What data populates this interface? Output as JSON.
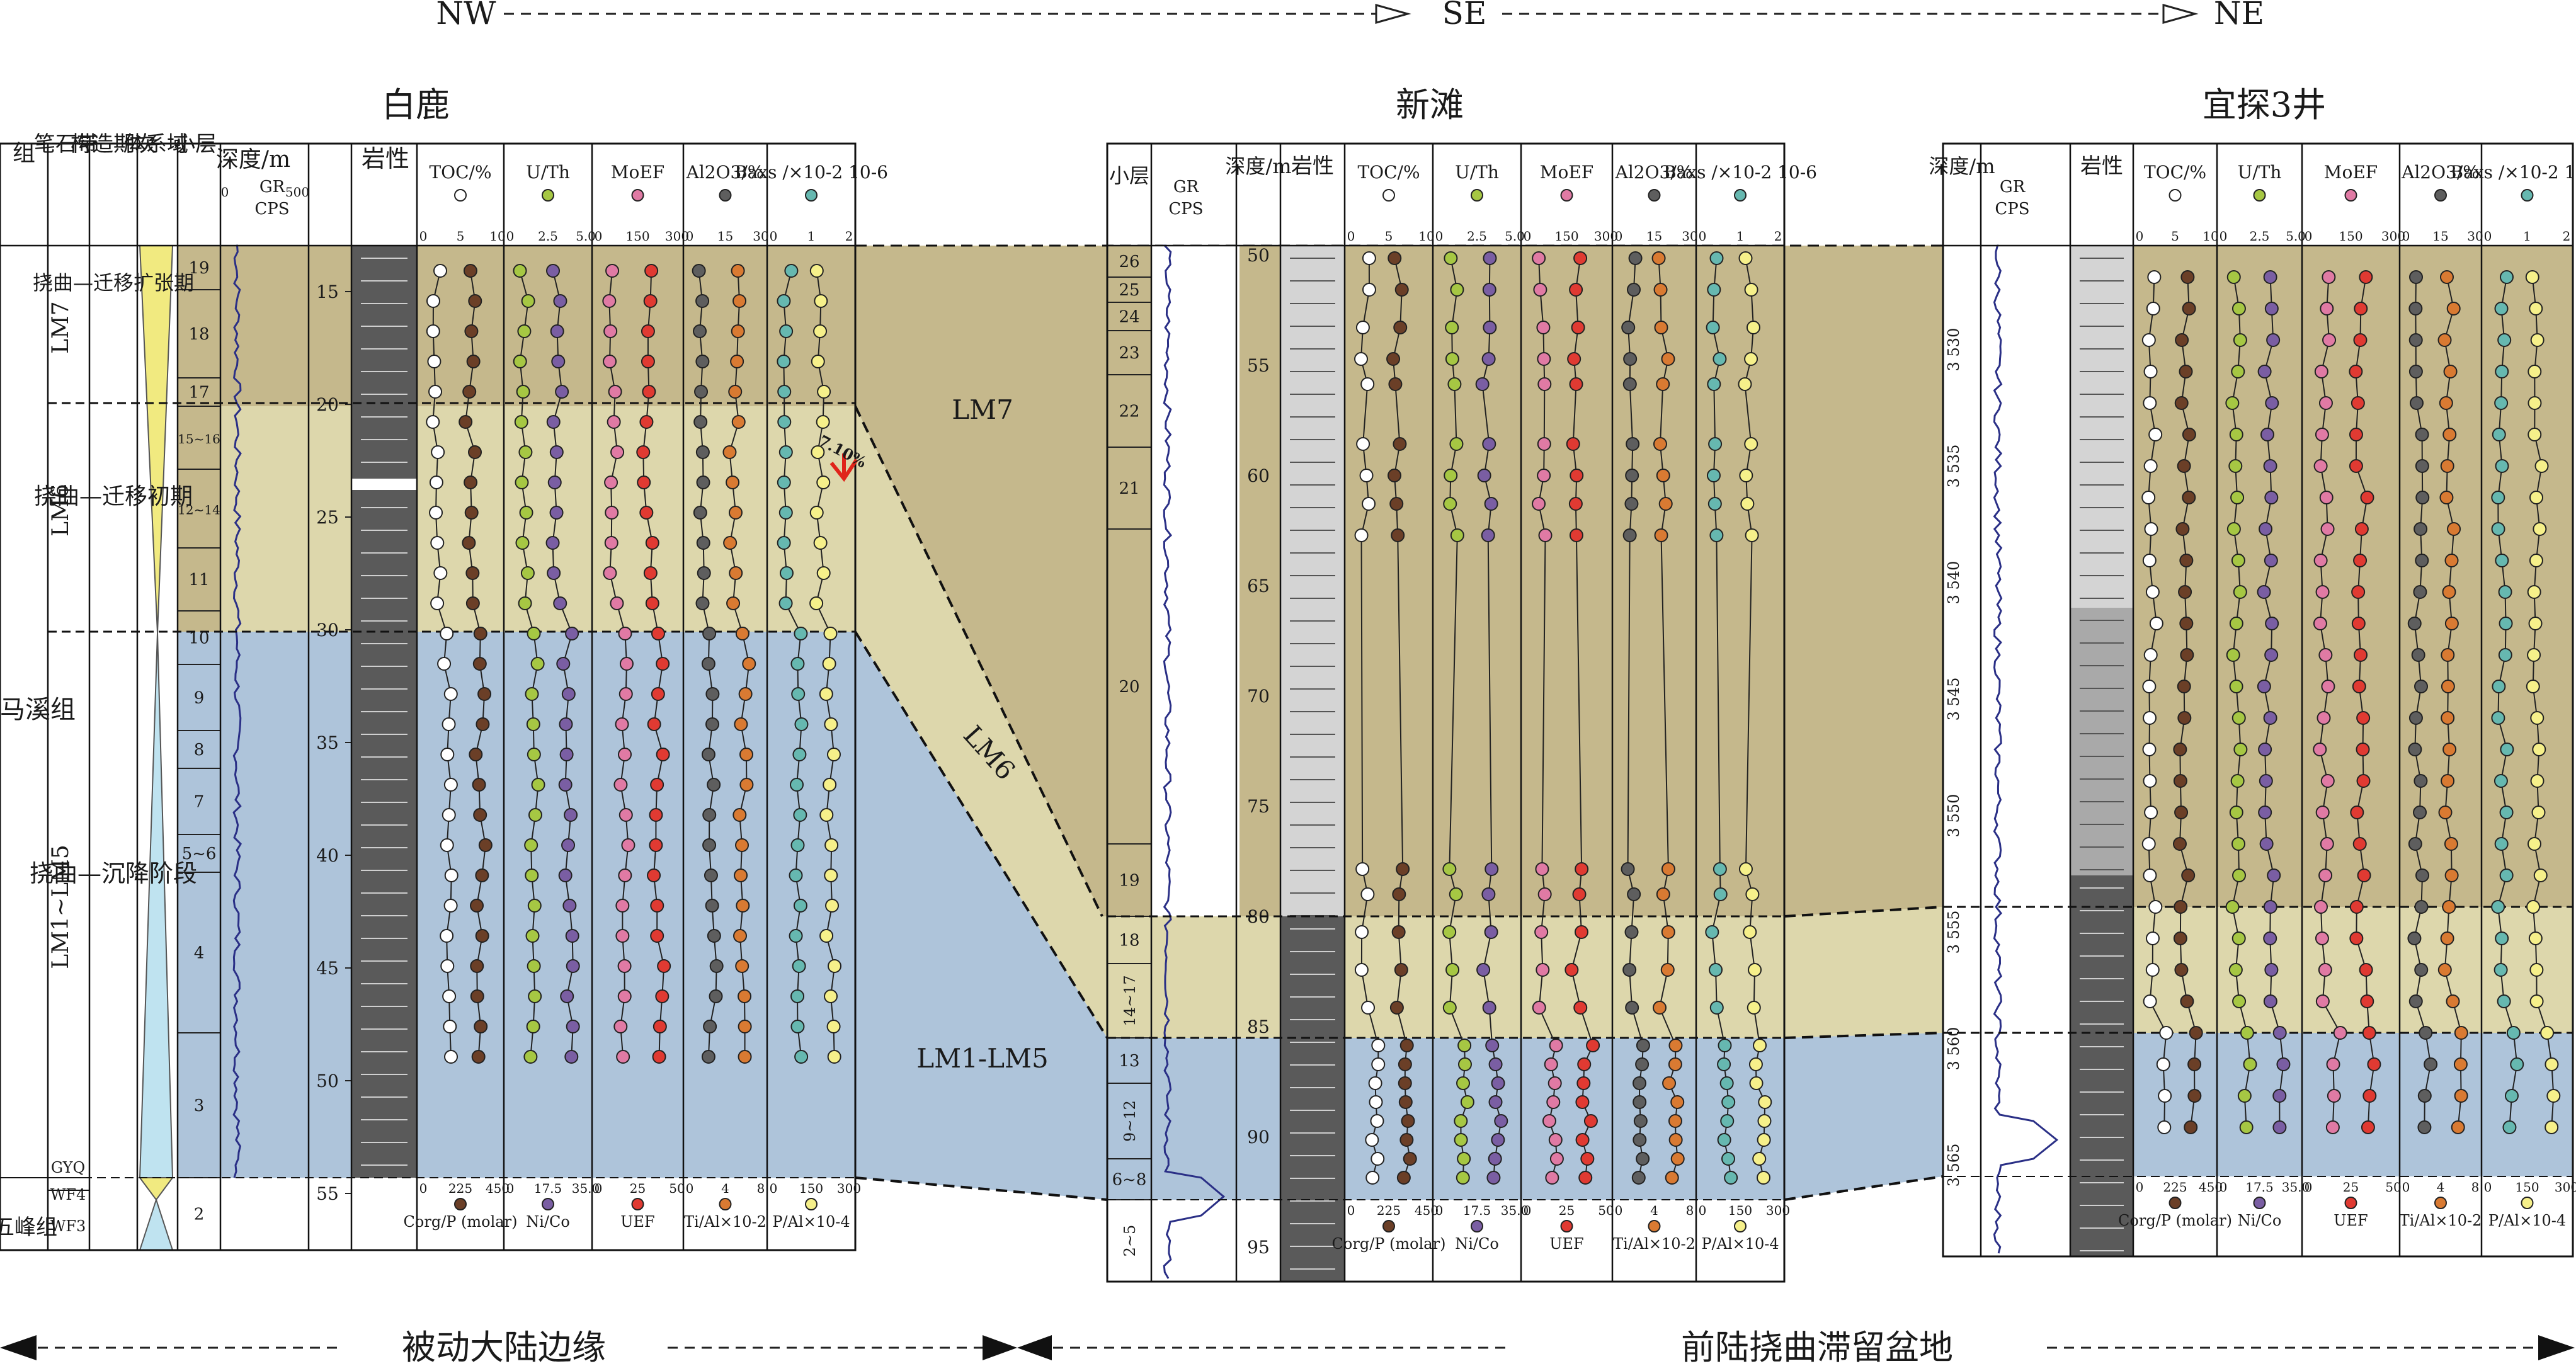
{
  "directions": {
    "left": "NW",
    "middle": "SE",
    "right": "NE"
  },
  "wells": [
    {
      "name": "白鹿",
      "header": {
        "formation": "组",
        "graptolite": "笔石带",
        "tectonic": "构造期次",
        "systems_tract": "体系域",
        "sublayer": "小层",
        "gr": "GR",
        "gr_unit": "CPS",
        "gr_min": "0",
        "gr_max": "500",
        "depth": "深度/m",
        "lithology": "岩性"
      },
      "formations": [
        "龙马溪组",
        "五峰组"
      ],
      "graptolite_zones": [
        "LM7",
        "LM6",
        "LM1~LM5",
        "GYQ",
        "WF4",
        "WF3"
      ],
      "tectonic_stages": [
        "挠曲—迁移扩张期",
        "挠曲—迁移初期",
        "挠曲—沉降阶段"
      ],
      "sublayers": [
        "19",
        "18",
        "17",
        "15~16",
        "12~14",
        "11",
        "10",
        "9",
        "8",
        "7",
        "5~6",
        "4",
        "3",
        "2"
      ],
      "depth_ticks": [
        "15",
        "20",
        "25",
        "30",
        "35",
        "40",
        "45",
        "50",
        "55"
      ]
    },
    {
      "name": "新滩",
      "sublayers": [
        "26",
        "25",
        "24",
        "23",
        "22",
        "21",
        "20",
        "19",
        "18",
        "14~17",
        "13",
        "9~12",
        "6~8",
        "2~5"
      ],
      "depth_ticks": [
        "50",
        "55",
        "60",
        "65",
        "70",
        "75",
        "80",
        "85",
        "90",
        "95"
      ]
    },
    {
      "name": "宜探3井",
      "depth_ticks": [
        "3 530",
        "3 535",
        "3 540",
        "3 545",
        "3 550",
        "3 555",
        "3 560",
        "3 565"
      ]
    }
  ],
  "tracks": [
    {
      "top": "TOC/%",
      "top_ticks": [
        "0",
        "5",
        "10"
      ],
      "top_color": "#ffffff",
      "bottom": "Corg/P (molar)",
      "bottom_ticks": [
        "0",
        "225",
        "450"
      ],
      "bottom_color": "#6b3f27"
    },
    {
      "top": "U/Th",
      "top_ticks": [
        "0",
        "2.5",
        "5.0"
      ],
      "top_color": "#a6c743",
      "bottom": "Ni/Co",
      "bottom_ticks": [
        "0",
        "17.5",
        "35.0"
      ],
      "bottom_color": "#7a5ea3"
    },
    {
      "top": "MoEF",
      "top_ticks": [
        "0",
        "150",
        "300"
      ],
      "top_color": "#e07aa4",
      "bottom": "UEF",
      "bottom_ticks": [
        "0",
        "25",
        "50"
      ],
      "bottom_color": "#e03a32"
    },
    {
      "top": "Al2O3/%",
      "top_ticks": [
        "0",
        "15",
        "30"
      ],
      "top_color": "#5e5e5e",
      "bottom": "Ti/Al×10-2",
      "bottom_ticks": [
        "0",
        "4",
        "8"
      ],
      "bottom_color": "#d97a32"
    },
    {
      "top": "Baxs /×10-2 10-6",
      "top_ticks": [
        "0",
        "1",
        "2"
      ],
      "top_color": "#66b8b0",
      "bottom": "P/Al×10-4",
      "bottom_ticks": [
        "0",
        "150",
        "300"
      ],
      "bottom_color": "#f6f08a"
    }
  ],
  "correlation_labels": [
    "LM7",
    "LM6",
    "LM1-LM5"
  ],
  "annotation": "7.10%",
  "bottom_labels": [
    "被动大陆边缘",
    "前陆挠曲滞留盆地"
  ],
  "zone_colors": {
    "LM7": "#c5b88c",
    "LM6": "#ddd7ac",
    "LM1_LM5": "#aec4da",
    "lithology_shale": "#5a5a5a",
    "lithology_light": "#d4d4d4",
    "gr_curve": "#2a2f86"
  }
}
